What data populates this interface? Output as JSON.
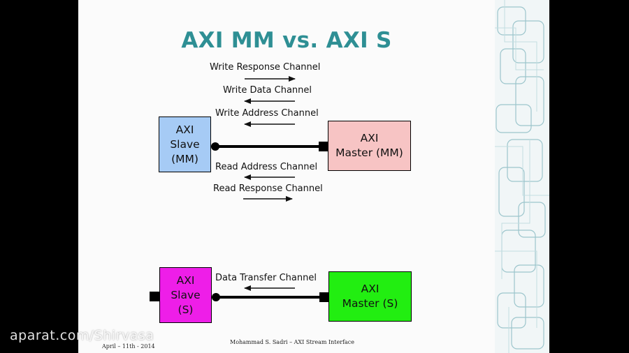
{
  "slide": {
    "title": "AXI MM vs. AXI S",
    "mm_diagram": {
      "slave_box": [
        "AXI",
        "Slave",
        "(MM)"
      ],
      "master_box": [
        "AXI",
        "Master (MM)"
      ],
      "channels": [
        {
          "label": "Write Response Channel",
          "direction": "right"
        },
        {
          "label": "Write Data Channel",
          "direction": "left"
        },
        {
          "label": "Write Address Channel",
          "direction": "left"
        },
        {
          "label": "Read Address Channel",
          "direction": "left"
        },
        {
          "label": "Read Response Channel",
          "direction": "right"
        }
      ]
    },
    "s_diagram": {
      "slave_box": [
        "AXI",
        "Slave",
        "(S)"
      ],
      "master_box": [
        "AXI",
        "Master (S)"
      ],
      "channels": [
        {
          "label": "Data Transfer Channel",
          "direction": "left"
        }
      ]
    },
    "footer_left": "April – 11th - 2014",
    "footer_center": "Mohammad S. Sadri – AXI Stream Interface"
  },
  "watermark": "aparat.com/Shirvasa",
  "colors": {
    "title": "#2e8f94",
    "mm_slave_fill": "#a6cbf5",
    "mm_master_fill": "#f7c4c4",
    "s_slave_fill": "#ee1ee8",
    "s_master_fill": "#22ee11"
  }
}
